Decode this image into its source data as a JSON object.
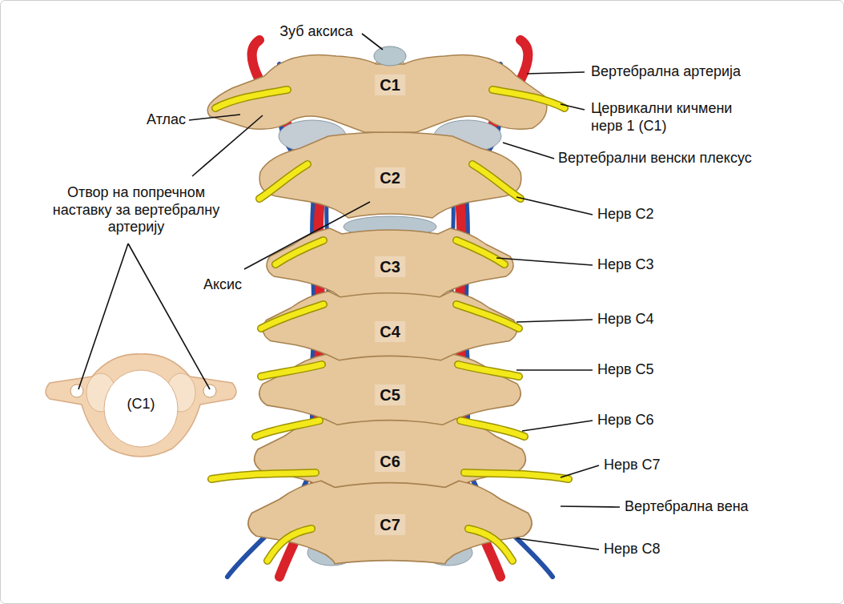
{
  "diagram": {
    "labels": [
      "Зуб аксиса",
      "C1",
      "Вертебрална артерија",
      "Атлас",
      "Цервикални кичмени нерв 1 (C1)",
      "Вертебрални венски плексус",
      "C2",
      "Отвор на попречном наставку за вертебралну артерију",
      "Нерв C2",
      "C3",
      "Нерв C3",
      "Аксис",
      "C4",
      "Нерв C4",
      "Нерв C5",
      "C5",
      "(C1)",
      "Нерв C6",
      "C6",
      "Нерв C7",
      "Вертебрална вена",
      "C7",
      "Нерв C8"
    ]
  }
}
